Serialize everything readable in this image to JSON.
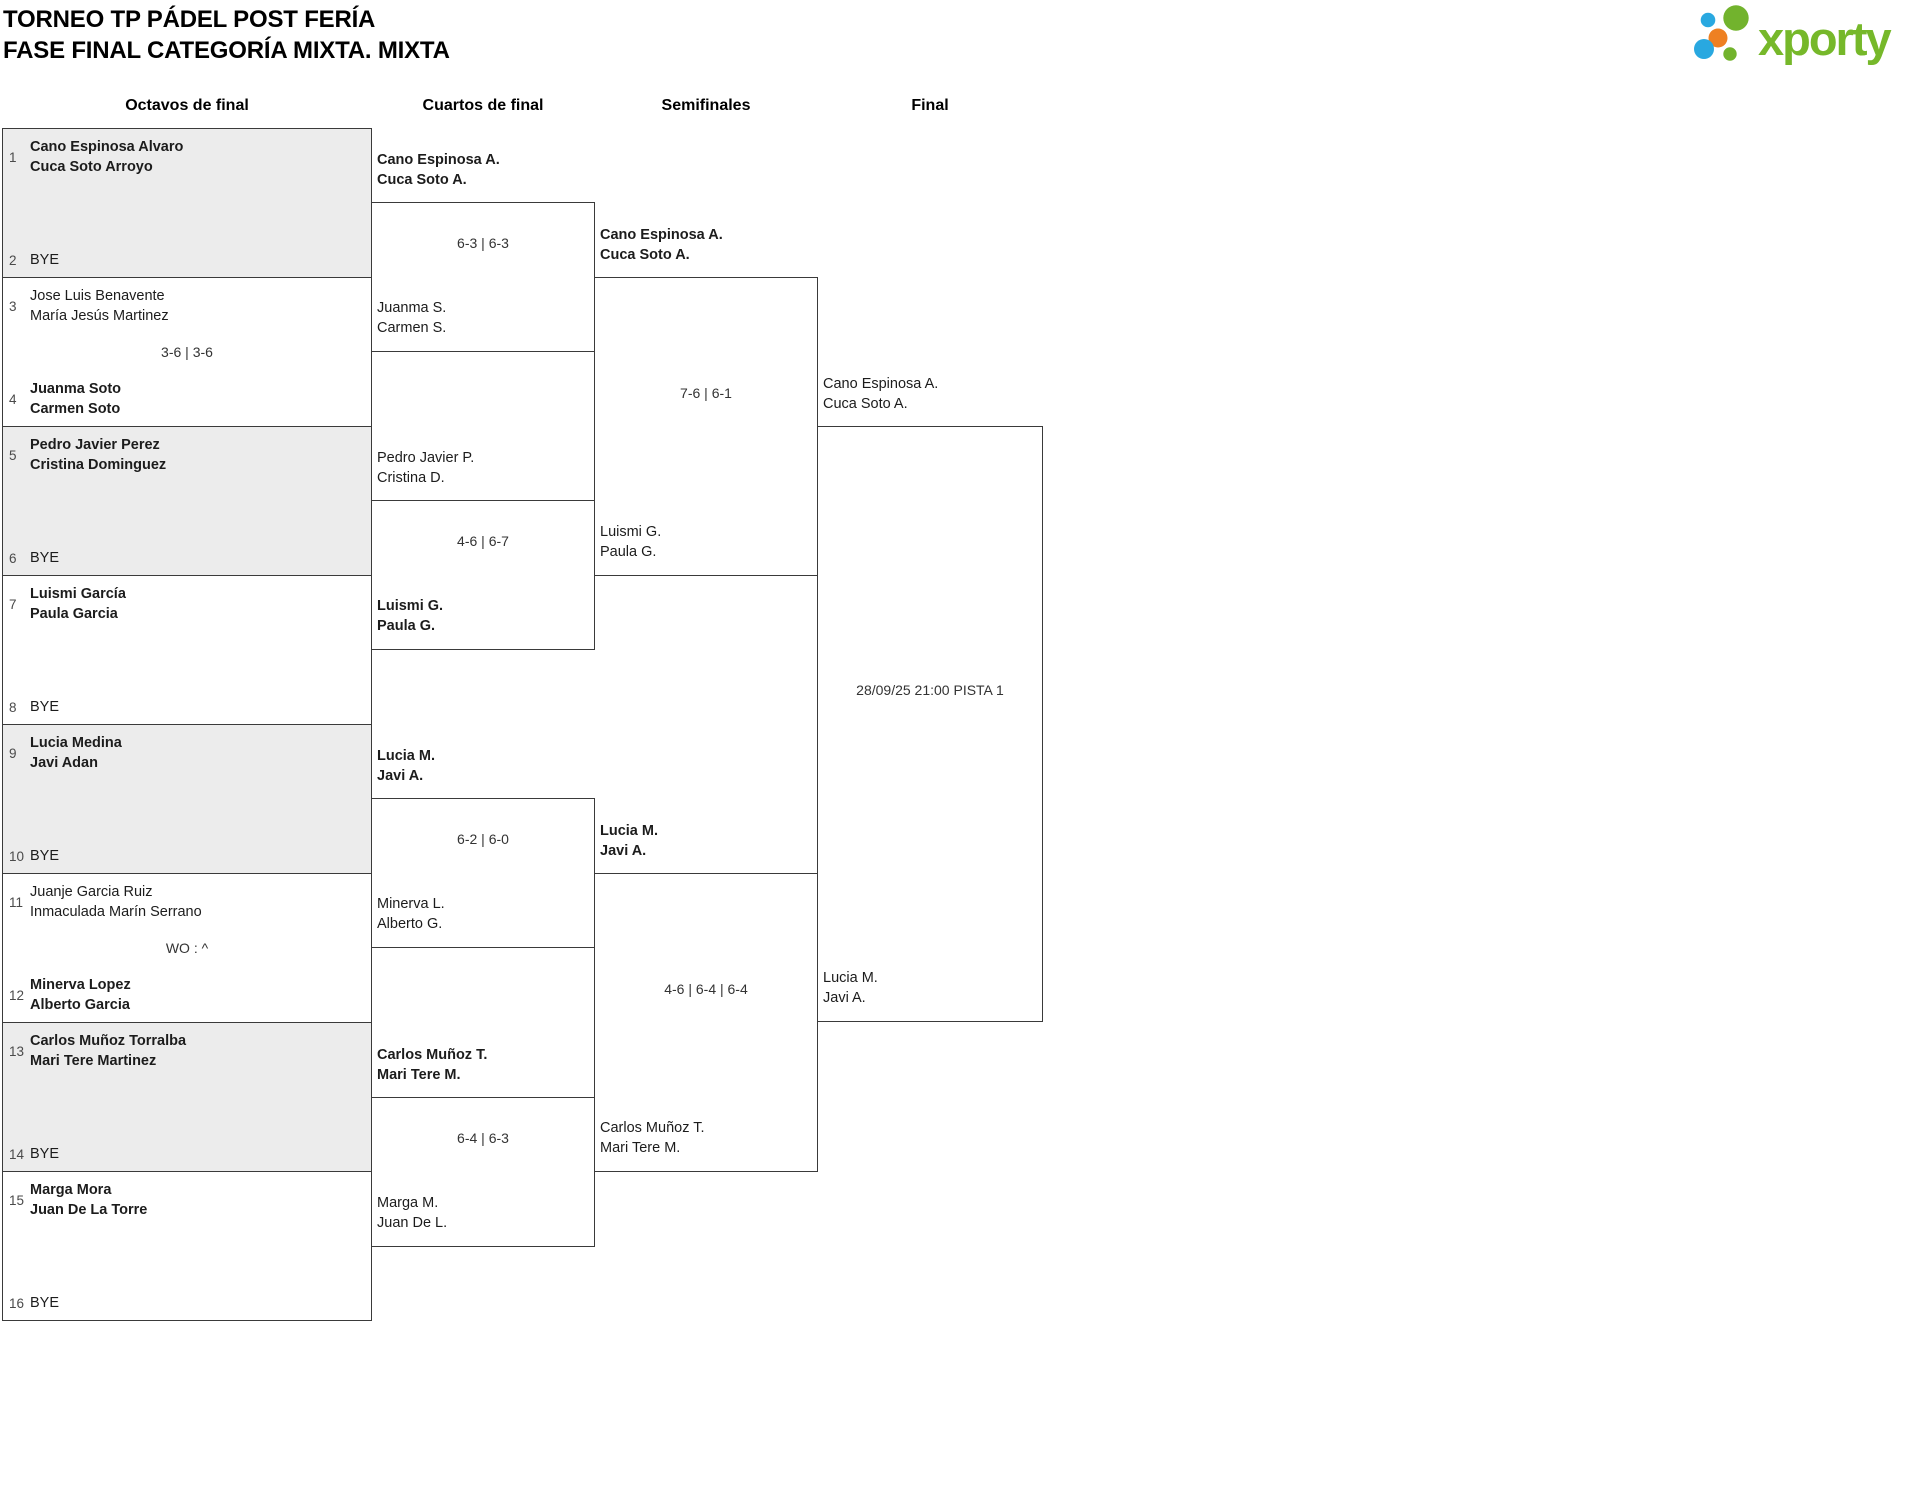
{
  "title": {
    "line1": "TORNEO TP PÁDEL POST FERÍA",
    "line2": "FASE FINAL CATEGORÍA MIXTA. MIXTA"
  },
  "logo": {
    "text": "xporty",
    "green": "#76b82a",
    "blue": "#29a8e0",
    "orange": "#ee8022"
  },
  "round_headers": [
    "Octavos de final",
    "Cuartos de final",
    "Semifinales",
    "Final"
  ],
  "bracket": {
    "octavos": [
      {
        "score": "",
        "top": {
          "seed": "1",
          "lines": [
            "Cano Espinosa Alvaro",
            "Cuca Soto Arroyo"
          ]
        },
        "bottom": {
          "seed": "2",
          "lines": [
            "BYE"
          ]
        }
      },
      {
        "score": "3-6 | 3-6",
        "top": {
          "seed": "3",
          "lines": [
            "Jose Luis Benavente",
            "María Jesús Martinez"
          ]
        },
        "bottom": {
          "seed": "4",
          "lines": [
            "Juanma Soto",
            "Carmen Soto"
          ]
        }
      },
      {
        "score": "",
        "top": {
          "seed": "5",
          "lines": [
            "Pedro Javier Perez",
            "Cristina Dominguez"
          ]
        },
        "bottom": {
          "seed": "6",
          "lines": [
            "BYE"
          ]
        }
      },
      {
        "score": "",
        "top": {
          "seed": "7",
          "lines": [
            "Luismi García",
            "Paula Garcia"
          ]
        },
        "bottom": {
          "seed": "8",
          "lines": [
            "BYE"
          ]
        }
      },
      {
        "score": "",
        "top": {
          "seed": "9",
          "lines": [
            "Lucia Medina",
            "Javi Adan"
          ]
        },
        "bottom": {
          "seed": "10",
          "lines": [
            "BYE"
          ]
        }
      },
      {
        "score": "WO : ^",
        "top": {
          "seed": "11",
          "lines": [
            "Juanje Garcia Ruiz",
            "Inmaculada Marín Serrano"
          ]
        },
        "bottom": {
          "seed": "12",
          "lines": [
            "Minerva Lopez",
            "Alberto Garcia"
          ]
        }
      },
      {
        "score": "",
        "top": {
          "seed": "13",
          "lines": [
            "Carlos Muñoz Torralba",
            "Mari Tere Martinez"
          ]
        },
        "bottom": {
          "seed": "14",
          "lines": [
            "BYE"
          ]
        }
      },
      {
        "score": "",
        "top": {
          "seed": "15",
          "lines": [
            "Marga Mora",
            "Juan De La Torre"
          ]
        },
        "bottom": {
          "seed": "16",
          "lines": [
            "BYE"
          ]
        }
      }
    ],
    "cuartos": [
      {
        "score": "6-3 | 6-3",
        "top": {
          "lines": [
            "Cano Espinosa A.",
            "Cuca Soto A."
          ]
        },
        "bottom": {
          "lines": [
            "Juanma S.",
            "Carmen S."
          ]
        }
      },
      {
        "score": "4-6 | 6-7",
        "top": {
          "lines": [
            "Pedro Javier P.",
            "Cristina D."
          ]
        },
        "bottom": {
          "lines": [
            "Luismi G.",
            "Paula G."
          ]
        }
      },
      {
        "score": "6-2 | 6-0",
        "top": {
          "lines": [
            "Lucia M.",
            "Javi A."
          ]
        },
        "bottom": {
          "lines": [
            "Minerva L.",
            "Alberto G."
          ]
        }
      },
      {
        "score": "6-4 | 6-3",
        "top": {
          "lines": [
            "Carlos Muñoz T.",
            "Mari Tere M."
          ]
        },
        "bottom": {
          "lines": [
            "Marga M.",
            "Juan De L."
          ]
        }
      }
    ],
    "semifinales": [
      {
        "score": "7-6 | 6-1",
        "top": {
          "lines": [
            "Cano Espinosa A.",
            "Cuca Soto A."
          ]
        },
        "bottom": {
          "lines": [
            "Luismi G.",
            "Paula G."
          ]
        }
      },
      {
        "score": "4-6 | 6-4 | 6-4",
        "top": {
          "lines": [
            "Lucia M.",
            "Javi A."
          ]
        },
        "bottom": {
          "lines": [
            "Carlos Muñoz T.",
            "Mari Tere M."
          ]
        }
      }
    ],
    "final": [
      {
        "score": "28/09/25 21:00 PISTA 1",
        "top": {
          "lines": [
            "Cano Espinosa A.",
            "Cuca Soto A."
          ]
        },
        "bottom": {
          "lines": [
            "Lucia M.",
            "Javi A."
          ]
        }
      }
    ]
  }
}
